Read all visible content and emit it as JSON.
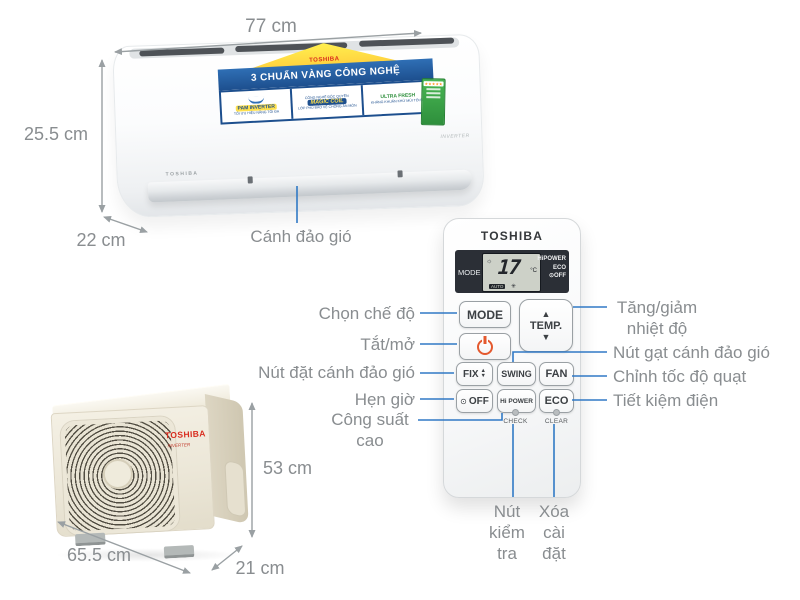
{
  "indoor": {
    "dim_width": "77 cm",
    "dim_height": "25.5 cm",
    "dim_depth": "22 cm",
    "flap_label": "Cánh đảo gió",
    "brand": "TOSHIBA",
    "series": "INVERTER",
    "banner": {
      "brand": "TOSHIBA",
      "title": "3 CHUẨN VÀNG CÔNG NGHỆ",
      "badge1_name": "PAM INVERTER",
      "badge1_sub": "TỐI ƯU HIỆU NĂNG TỐI ĐA",
      "badge2_top": "CÔNG NGHỆ ĐỘC QUYỀN",
      "badge2_name": "MAGIC COIL",
      "badge2_sub": "LỚP PHỦ BẢO VỆ CHỐNG ĂN MÒN",
      "badge3_name": "ULTRA FRESH",
      "badge3_sub": "KHÁNG KHUẨN KHỬ MÙI TỐI ĐA"
    },
    "energy_stars": "★★★★★"
  },
  "outdoor": {
    "brand": "TOSHIBA",
    "series": "INVERTER",
    "dim_height": "53 cm",
    "dim_width": "65.5 cm",
    "dim_depth": "21 cm"
  },
  "remote": {
    "brand": "TOSHIBA",
    "display": {
      "mode": "MODE",
      "sun_icon": "☼",
      "temp_value": "17",
      "temp_unit": "°C",
      "auto": "AUTO",
      "fan_icon": "✳",
      "status1": "HiPOWER",
      "status2": "ECO",
      "status3": "⊙OFF"
    },
    "buttons": {
      "mode": "MODE",
      "temp": "TEMP.",
      "up": "▲",
      "down": "▼",
      "fix": "FIX",
      "swing": "SWING",
      "fan": "FAN",
      "off_icon": "⊙",
      "off": "OFF",
      "hipower": "Hi POWER",
      "eco": "ECO",
      "check": "CHECK",
      "clear": "CLEAR"
    }
  },
  "callouts": {
    "mode": "Chọn chế độ",
    "power": "Tắt/mở",
    "fix": "Nút đặt cánh đảo gió",
    "timer": "Hẹn giờ",
    "hipower": "Công suất cao",
    "temp": "Tăng/giảm nhiệt độ",
    "swing": "Nút gạt cánh đảo gió",
    "fan": "Chỉnh tốc độ quạt",
    "eco": "Tiết kiệm điện",
    "check": "Nút kiểm tra",
    "clear": "Xóa cài đặt"
  },
  "colors": {
    "callout_blue": "#3079c5",
    "dimension_gray": "#9aa0a3",
    "label_gray": "#898d90",
    "toshiba_red": "#d92c1e",
    "power_orange": "#e4592e",
    "banner_blue": "#1d4f8e",
    "banner_yellow": "#ffd23f",
    "energy_green": "#2e8f3c"
  }
}
